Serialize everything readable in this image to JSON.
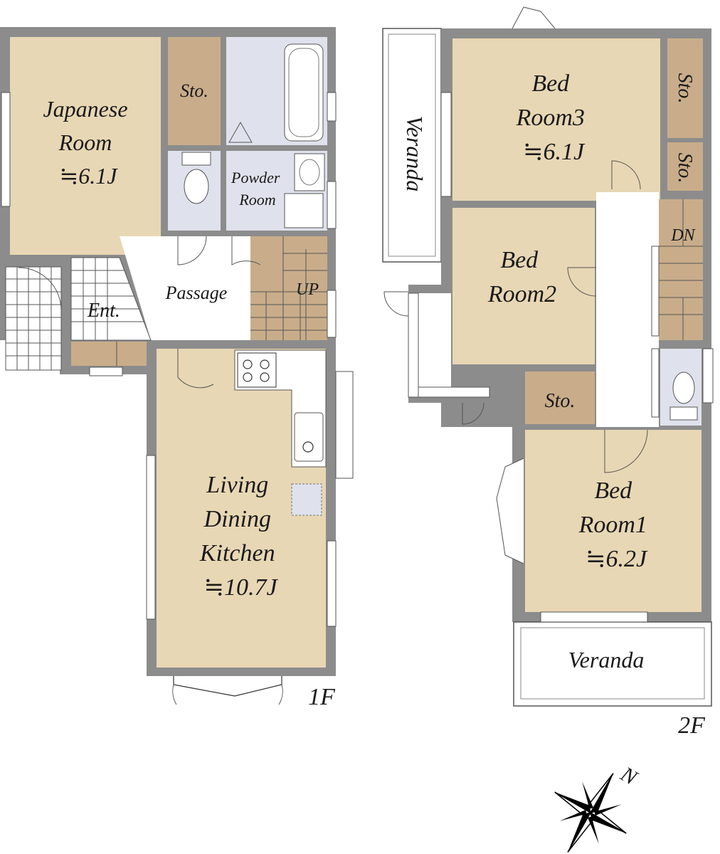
{
  "floor1": {
    "label": "1F",
    "rooms": {
      "japanese": [
        "Japanese",
        "Room",
        "≒6.1J"
      ],
      "storage": "Sto.",
      "powder": [
        "Powder",
        "Room"
      ],
      "passage": "Passage",
      "entrance": "Ent.",
      "stairs_up": "UP",
      "ldk": [
        "Living",
        "Dining",
        "Kitchen",
        "≒10.7J"
      ]
    }
  },
  "floor2": {
    "label": "2F",
    "rooms": {
      "bed3": [
        "Bed",
        "Room3",
        "≒6.1J"
      ],
      "bed2": [
        "Bed",
        "Room2"
      ],
      "bed1": [
        "Bed",
        "Room1",
        "≒6.2J"
      ],
      "storage_a": "Sto.",
      "storage_b": "Sto.",
      "storage_c": "Sto.",
      "veranda_west": "Veranda",
      "veranda_south": "Veranda",
      "stairs_down": "DN"
    }
  },
  "compass": {
    "north": "N"
  },
  "colors": {
    "room_floor": "#e8d7b4",
    "storage_floor": "#c9ad8a",
    "wet_floor": "#dfe2ec",
    "wall": "#8c8c8c"
  }
}
